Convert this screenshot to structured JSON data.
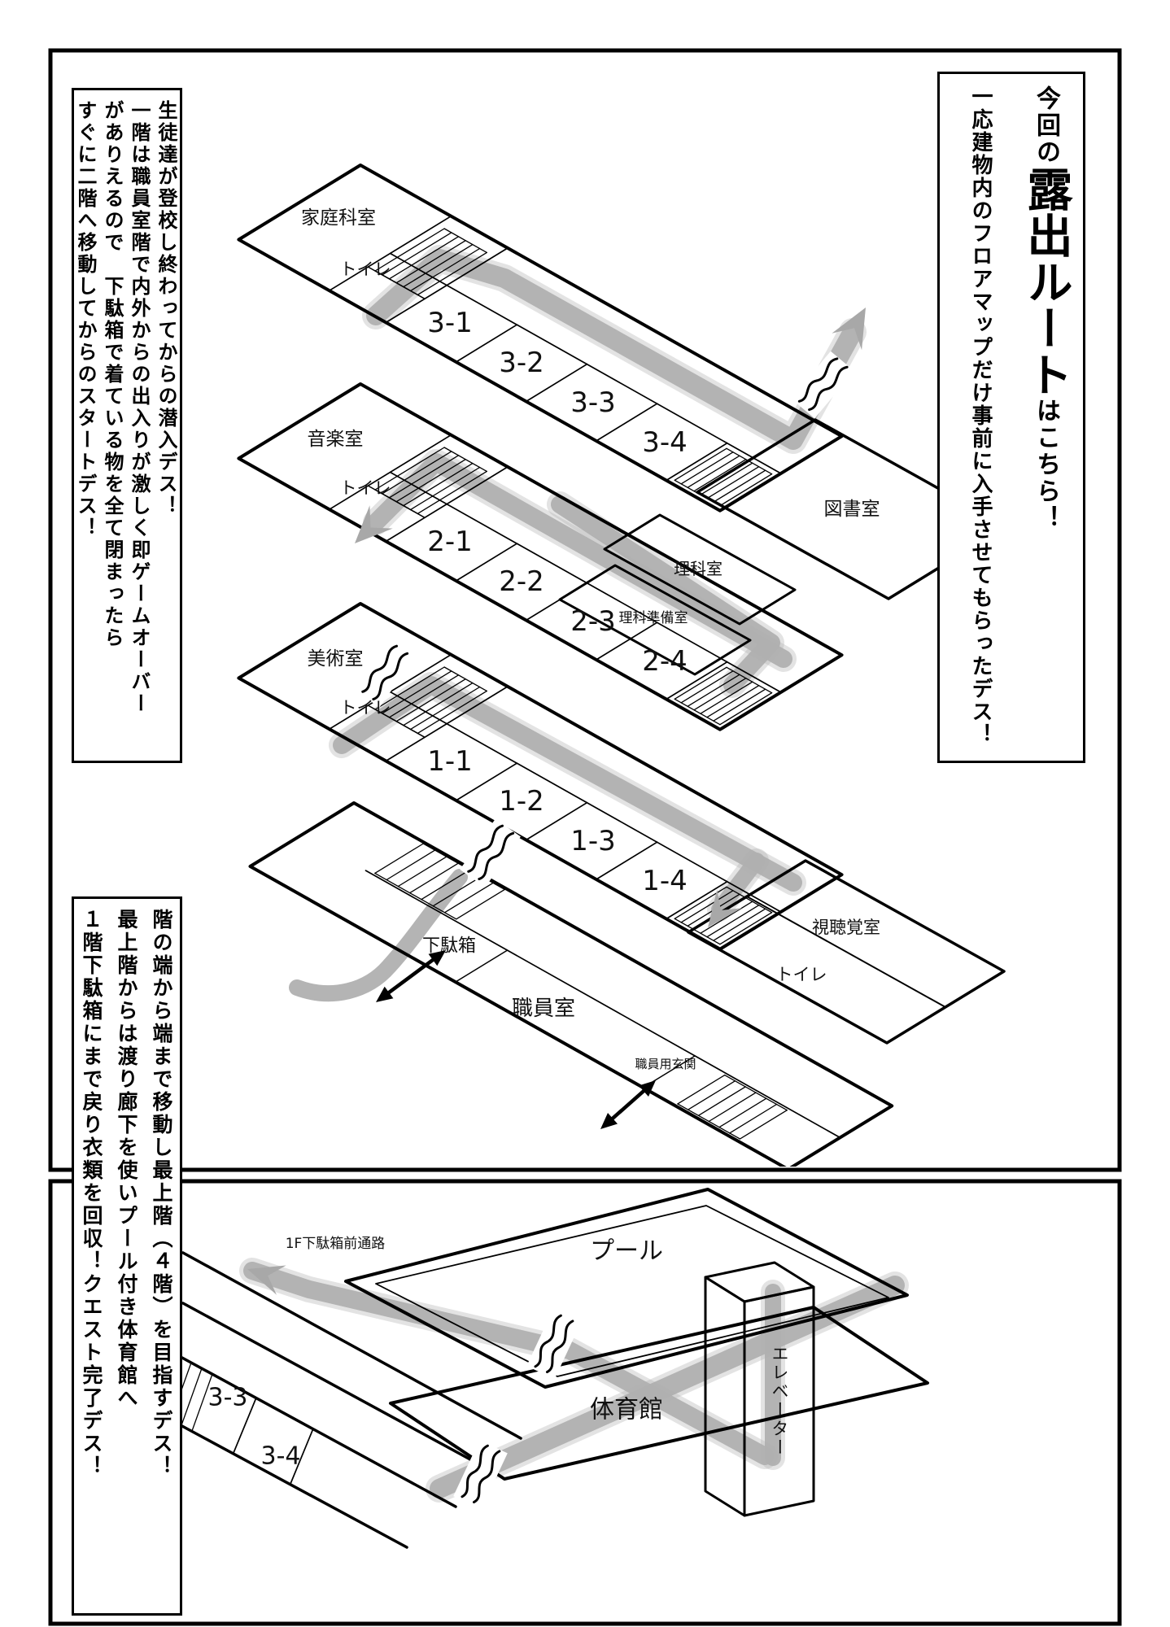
{
  "header_box": {
    "pre": "今回の",
    "big": "露出ルート",
    "post": "はこちら！",
    "col2": "一応建物内のフロアマップだけ事前に入手させてもらったデス！"
  },
  "intro_box": {
    "cols": [
      "生徒達が登校し終わってからの潜入デス！",
      "一階は職員室階で内外からの出入りが激しく即ゲームオーバー",
      "がありえるので　下駄箱で着ている物を全て閉まったら",
      "すぐに二階へ移動してからのスタートデス！"
    ]
  },
  "outro_box": {
    "cols": [
      "階の端から端まで移動し最上階（４階）を目指すデス！",
      "最上階からは渡り廊下を使いプール付き体育館へ",
      "１階下駄箱にまで戻り衣類を回収！クエスト完了デス！"
    ]
  },
  "floors": [
    {
      "name_room": "家庭科室",
      "toilet": "トイレ",
      "classes": [
        "3-1",
        "3-2",
        "3-3",
        "3-4"
      ],
      "annex": [
        "図書室"
      ]
    },
    {
      "name_room": "音楽室",
      "toilet": "トイレ",
      "classes": [
        "2-1",
        "2-2",
        "2-3",
        "2-4"
      ],
      "annex": [
        "理科室",
        "理科準備室"
      ]
    },
    {
      "name_room": "美術室",
      "toilet": "トイレ",
      "classes": [
        "1-1",
        "1-2",
        "1-3",
        "1-4"
      ],
      "annex": [
        "視聴覚室",
        "トイレ"
      ]
    }
  ],
  "ground": {
    "geta": "下駄箱",
    "staff": "職員室",
    "entrance": "職員用玄関"
  },
  "lower": {
    "pool": "プール",
    "gym": "体育館",
    "elevator": "エレベーター",
    "corridor": "1F下駄箱前通路",
    "classes": [
      "3-3",
      "3-4"
    ]
  },
  "colors": {
    "route_gray": "#b0b0b0",
    "line_black": "#000000"
  }
}
